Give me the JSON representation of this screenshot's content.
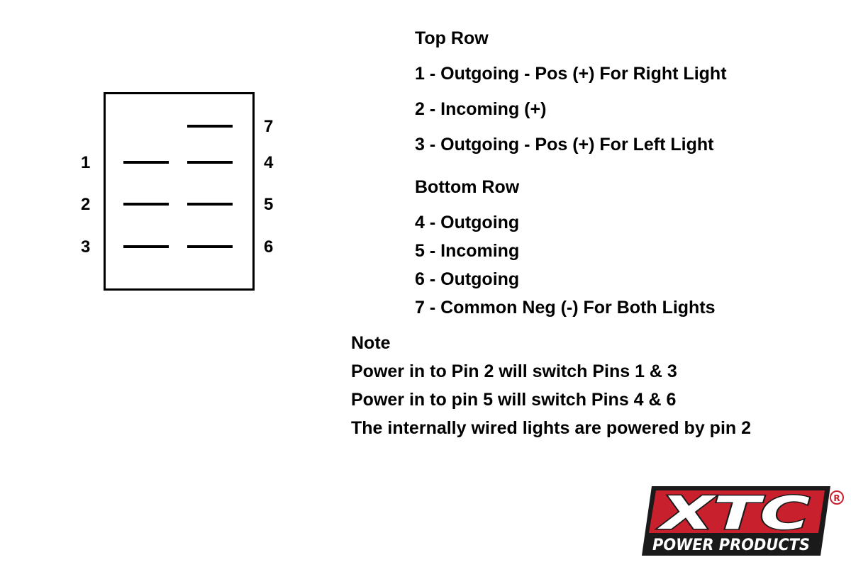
{
  "diagram": {
    "pins_left": [
      "1",
      "2",
      "3"
    ],
    "pins_right": [
      "7",
      "4",
      "5",
      "6"
    ]
  },
  "legend": {
    "top_row": {
      "heading": "Top Row",
      "items": [
        "1 - Outgoing - Pos (+) For Right Light",
        "2 - Incoming (+)",
        "3 - Outgoing - Pos (+) For Left Light"
      ]
    },
    "bottom_row": {
      "heading": "Bottom Row",
      "items": [
        "4 - Outgoing",
        "5 - Incoming",
        "6 - Outgoing",
        "7 - Common Neg (-) For Both Lights"
      ]
    },
    "note": {
      "heading": "Note",
      "items": [
        "Power in to Pin 2 will switch Pins 1 & 3",
        "Power in to pin 5 will switch Pins 4 & 6",
        "The internally wired lights are powered by pin 2"
      ]
    }
  },
  "logo": {
    "brand": "XTC",
    "tagline": "POWER PRODUCTS",
    "registered_mark": "R",
    "colors": {
      "red": "#c8202c",
      "dark": "#1a1a1a",
      "white": "#ffffff"
    }
  }
}
